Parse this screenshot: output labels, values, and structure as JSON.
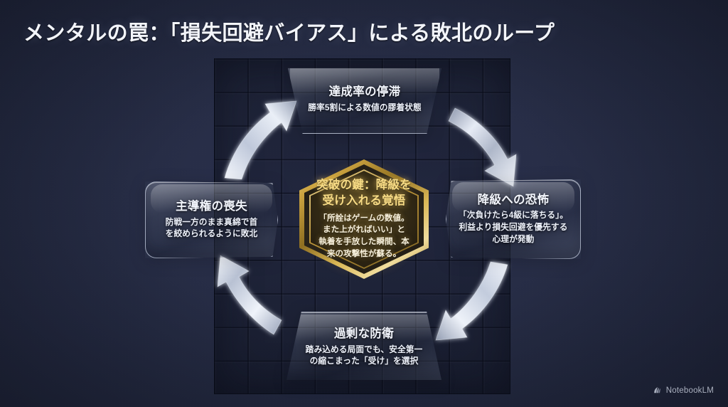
{
  "slide": {
    "title": "メンタルの罠：「損失回避バイアス」による敗北のループ",
    "background_color": "#252b42",
    "accent_gold": "#e8c860",
    "node_glass_color": "#d6e0f4"
  },
  "center": {
    "heading": "突破の鍵：降級を\n受け入れる覚悟",
    "heading_line1": "突破の鍵：降級を",
    "heading_line2": "受け入れる覚悟",
    "body_line1": "「所詮はゲームの数値。",
    "body_line2": "また上がればいい」と",
    "body_line3": "執着を手放した瞬間、本",
    "body_line4": "来の攻撃性が蘇る。"
  },
  "nodes": {
    "top": {
      "heading": "達成率の停滞",
      "body_line1": "勝率5割による数値の膠着状態"
    },
    "right": {
      "heading": "降級への恐怖",
      "body_line1": "「次負けたら4級に落ちる」。",
      "body_line2": "利益より損失回避を優先する",
      "body_line3": "心理が発動"
    },
    "bottom": {
      "heading": "過剰な防衛",
      "body_line1": "踏み込める局面でも、安全第一",
      "body_line2": "の縮こまった「受け」を選択"
    },
    "left": {
      "heading": "主導権の喪失",
      "body_line1": "防戦一方のまま真綿で首",
      "body_line2": "を絞められるように敗北"
    }
  },
  "arrows": [
    {
      "name": "top-to-right",
      "from": "達成率の停滞",
      "to": "降級への恐怖"
    },
    {
      "name": "right-to-bottom",
      "from": "降級への恐怖",
      "to": "過剰な防衛"
    },
    {
      "name": "bottom-to-left",
      "from": "過剰な防衛",
      "to": "主導権の喪失"
    },
    {
      "name": "left-to-top",
      "from": "主導権の喪失",
      "to": "達成率の停滞"
    }
  ],
  "watermark": {
    "label": "NotebookLM",
    "icon": "notebooklm-icon"
  }
}
